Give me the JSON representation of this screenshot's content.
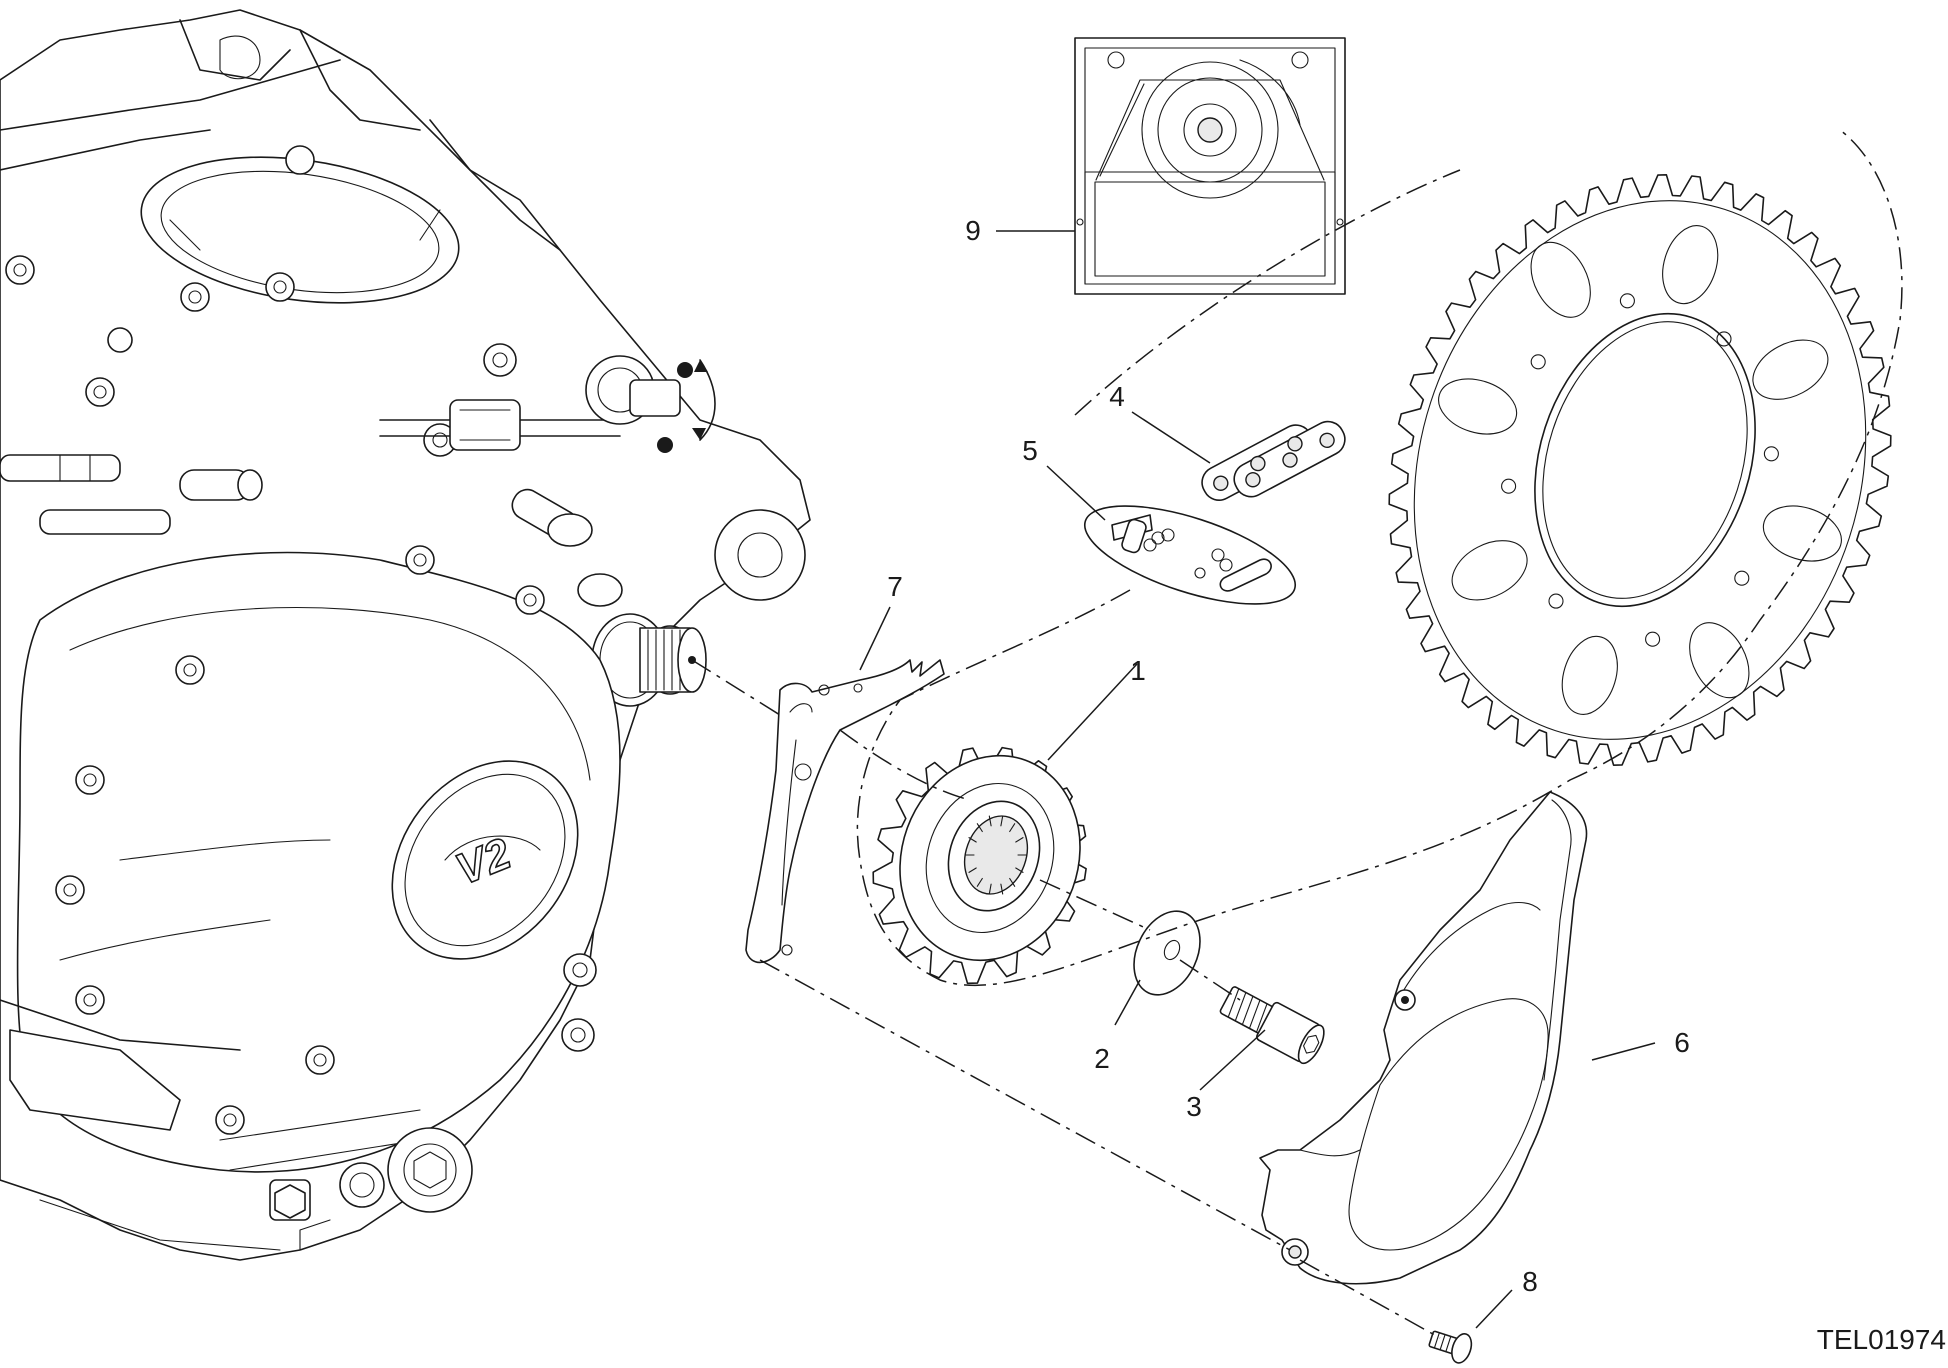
{
  "drawing_code": "TEL01974",
  "callouts": [
    {
      "id": "1",
      "text": "1"
    },
    {
      "id": "2",
      "text": "2"
    },
    {
      "id": "3",
      "text": "3"
    },
    {
      "id": "4",
      "text": "4"
    },
    {
      "id": "5",
      "text": "5"
    },
    {
      "id": "6",
      "text": "6"
    },
    {
      "id": "7",
      "text": "7"
    },
    {
      "id": "8",
      "text": "8"
    },
    {
      "id": "9",
      "text": "9"
    }
  ],
  "icons": [
    "engine-crankcase",
    "front-sprocket",
    "rear-sprocket",
    "chain-link",
    "master-link-kit",
    "sprocket-cover",
    "gasket",
    "washer",
    "bolt",
    "screw",
    "chain-kit-box"
  ]
}
